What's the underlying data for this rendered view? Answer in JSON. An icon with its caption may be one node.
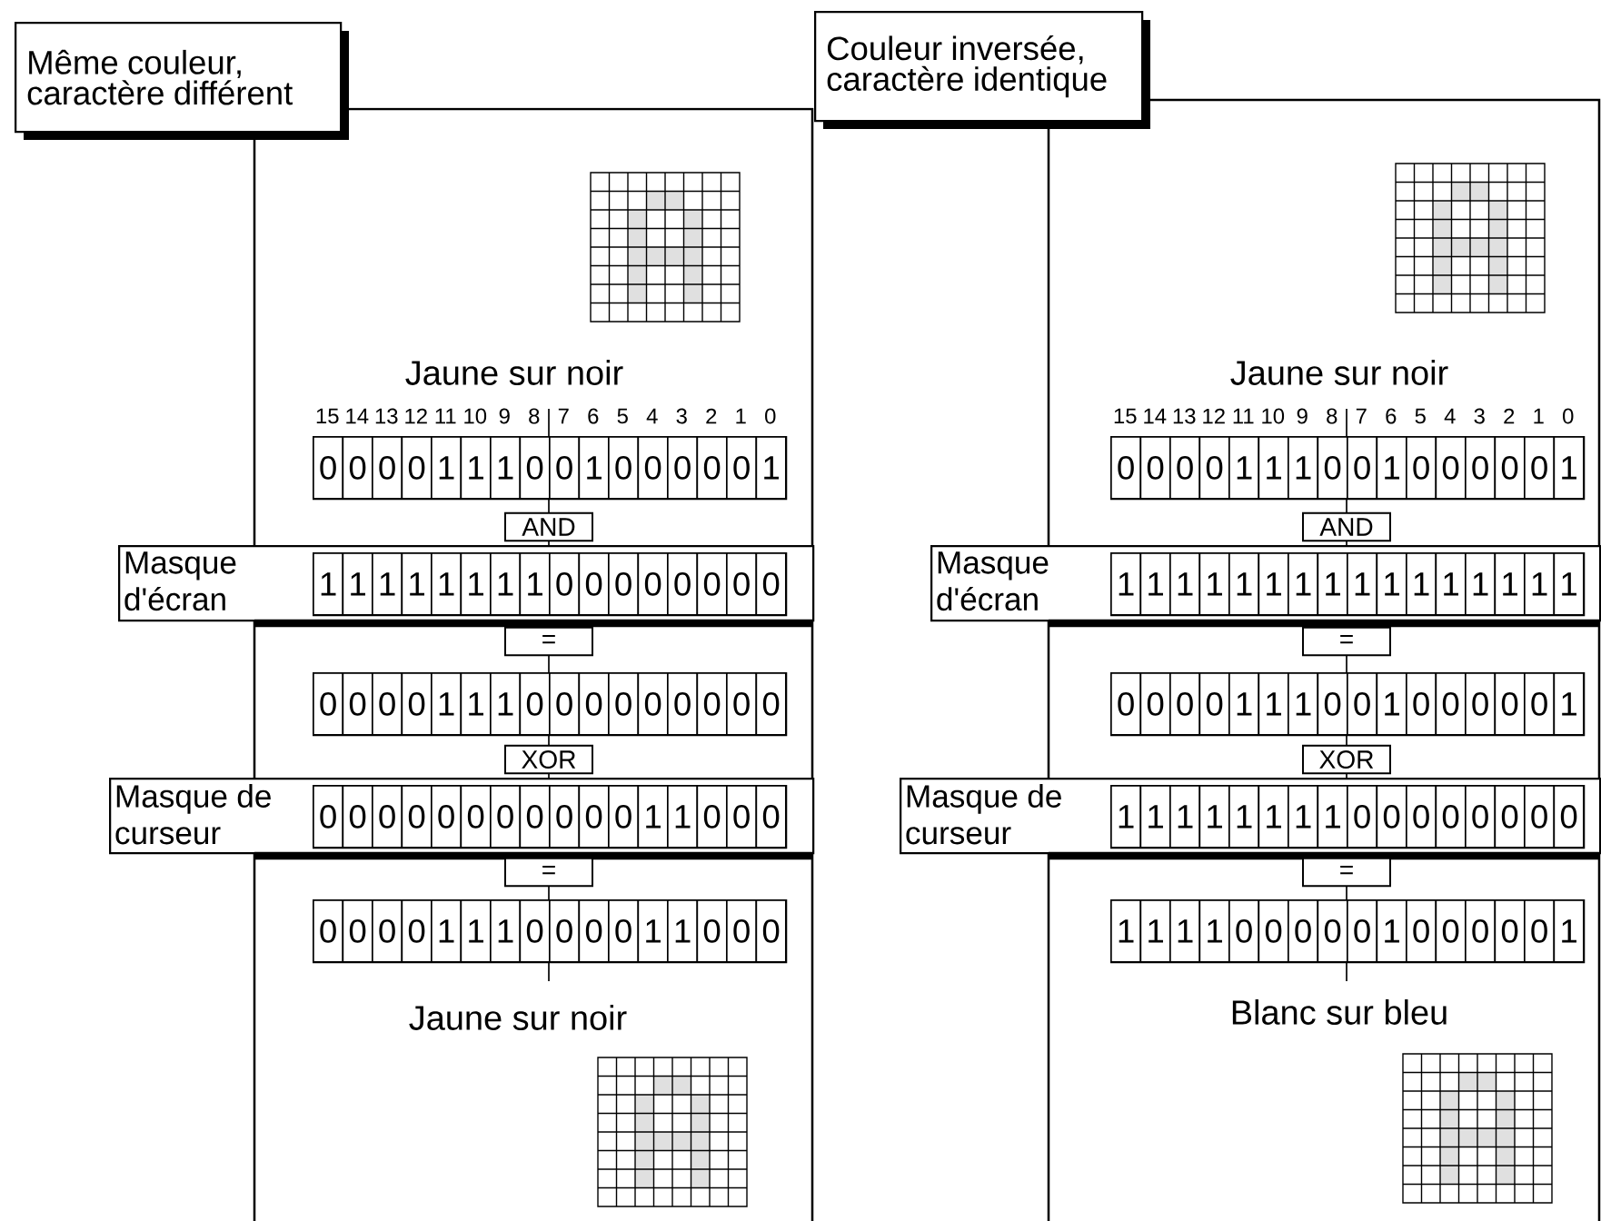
{
  "diagram": {
    "nodes": [
      {
        "text": [
          "Même couleur, caractère différent"
        ]
      },
      {
        "text": [
          "0",
          "0",
          "0",
          "0",
          "1",
          "1",
          "1",
          "0",
          "0",
          "1",
          "0",
          "0",
          "0",
          "0",
          "0",
          "1"
        ]
      },
      {
        "text": [
          "AND"
        ]
      },
      {
        "text": [
          "Masque d'écran"
        ]
      },
      {
        "text": [
          "1",
          "1",
          "1",
          "1",
          "1",
          "1",
          "1",
          "1",
          "0",
          "0",
          "0",
          "0",
          "0",
          "0",
          "0",
          "0"
        ],
        "in": 3
      },
      {
        "text": [
          "="
        ]
      },
      {
        "text": [
          "0",
          "0",
          "0",
          "0",
          "1",
          "1",
          "1",
          "0",
          "0",
          "0",
          "0",
          "0",
          "0",
          "0",
          "0",
          "0"
        ]
      },
      {
        "text": [
          "XOR"
        ]
      },
      {
        "text": [
          "Masque de curseur"
        ]
      },
      {
        "text": [
          "0",
          "0",
          "0",
          "0",
          "0",
          "0",
          "0",
          "0",
          "0",
          "0",
          "0",
          "1",
          "1",
          "0",
          "0",
          "0"
        ],
        "in": 8
      },
      {
        "text": [
          "="
        ]
      },
      {
        "text": [
          "0",
          "0",
          "0",
          "0",
          "1",
          "1",
          "1",
          "0",
          "0",
          "0",
          "0",
          "1",
          "1",
          "0",
          "0",
          "0"
        ]
      },
      {
        "text": [
          "Couleur inversée, caractère identique"
        ]
      },
      {
        "text": [
          "0",
          "0",
          "0",
          "0",
          "1",
          "1",
          "1",
          "0",
          "0",
          "1",
          "0",
          "0",
          "0",
          "0",
          "0",
          "1"
        ]
      },
      {
        "text": [
          "AND"
        ]
      },
      {
        "text": [
          "Masque d'écran"
        ]
      },
      {
        "text": [
          "1",
          "1",
          "1",
          "1",
          "1",
          "1",
          "1",
          "1",
          "1",
          "1",
          "1",
          "1",
          "1",
          "1",
          "1",
          "1"
        ],
        "in": 15
      },
      {
        "text": [
          "="
        ]
      },
      {
        "text": [
          "0",
          "0",
          "0",
          "0",
          "1",
          "1",
          "1",
          "0",
          "0",
          "1",
          "0",
          "0",
          "0",
          "0",
          "0",
          "1"
        ]
      },
      {
        "text": [
          "XOR"
        ]
      },
      {
        "text": [
          "Masque de curseur"
        ]
      },
      {
        "text": [
          "1",
          "1",
          "1",
          "1",
          "1",
          "1",
          "1",
          "1",
          "0",
          "0",
          "0",
          "0",
          "0",
          "0",
          "0",
          "0"
        ],
        "in": 20
      },
      {
        "text": [
          "="
        ]
      },
      {
        "text": [
          "1",
          "1",
          "1",
          "1",
          "0",
          "0",
          "0",
          "0",
          "0",
          "1",
          "0",
          "0",
          "0",
          "0",
          "0",
          "1"
        ]
      }
    ],
    "labels": [
      "Jaune sur noir",
      "15",
      "14",
      "13",
      "12",
      "11",
      "10",
      "9",
      "8",
      "7",
      "6",
      "5",
      "4",
      "3",
      "2",
      "1",
      "0",
      "Jaune sur noir",
      "Jaune sur noir",
      "15",
      "14",
      "13",
      "12",
      "11",
      "10",
      "9",
      "8",
      "7",
      "6",
      "5",
      "4",
      "3",
      "2",
      "1",
      "0",
      "Blanc sur bleu"
    ]
  }
}
